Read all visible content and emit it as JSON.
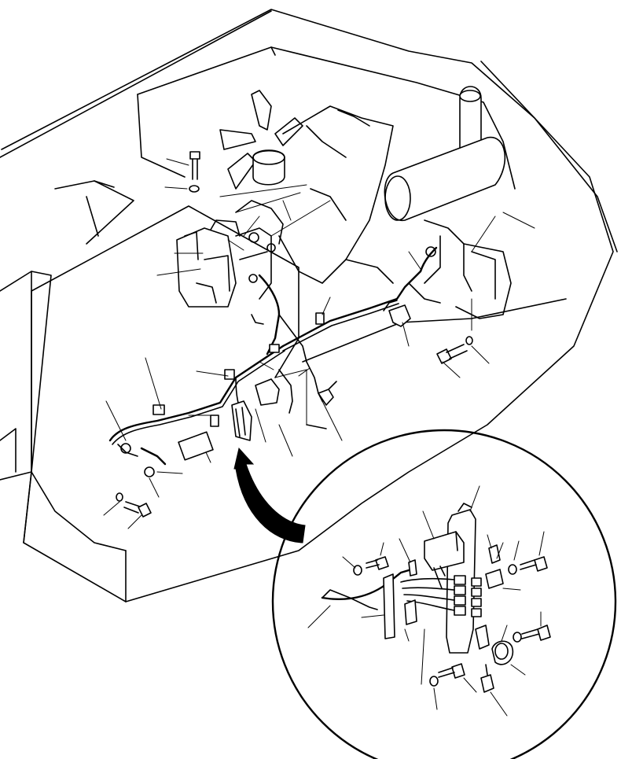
{
  "diagram": {
    "components": [
      "machine-body",
      "engine",
      "fan",
      "muffler",
      "battery-box",
      "wiring-harness",
      "detail-circle",
      "callout-arrow",
      "bolt",
      "washer",
      "sensor",
      "relay"
    ]
  }
}
